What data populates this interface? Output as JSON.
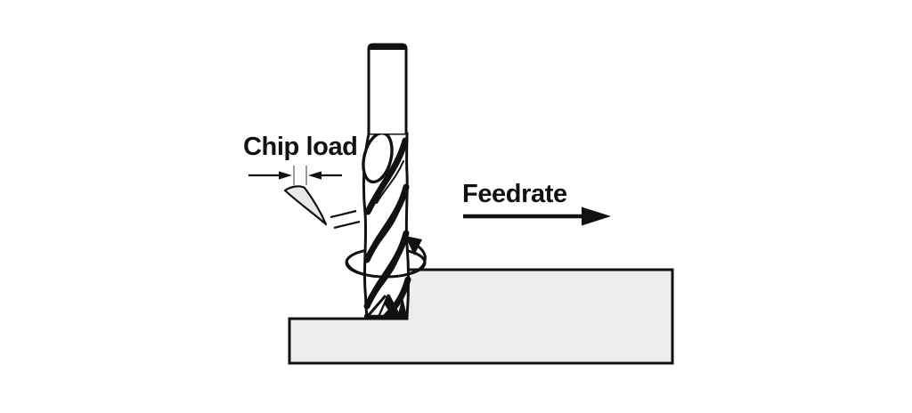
{
  "diagram": {
    "type": "milling-chipload-feedrate-diagram",
    "labels": {
      "chip_load": "Chip load",
      "feedrate": "Feedrate"
    },
    "colors": {
      "background": "#ffffff",
      "line": "#111111",
      "workpiece_fill": "#ededed",
      "chip_fill": "#e9e9e9",
      "tick": "#9b9b9b"
    }
  }
}
